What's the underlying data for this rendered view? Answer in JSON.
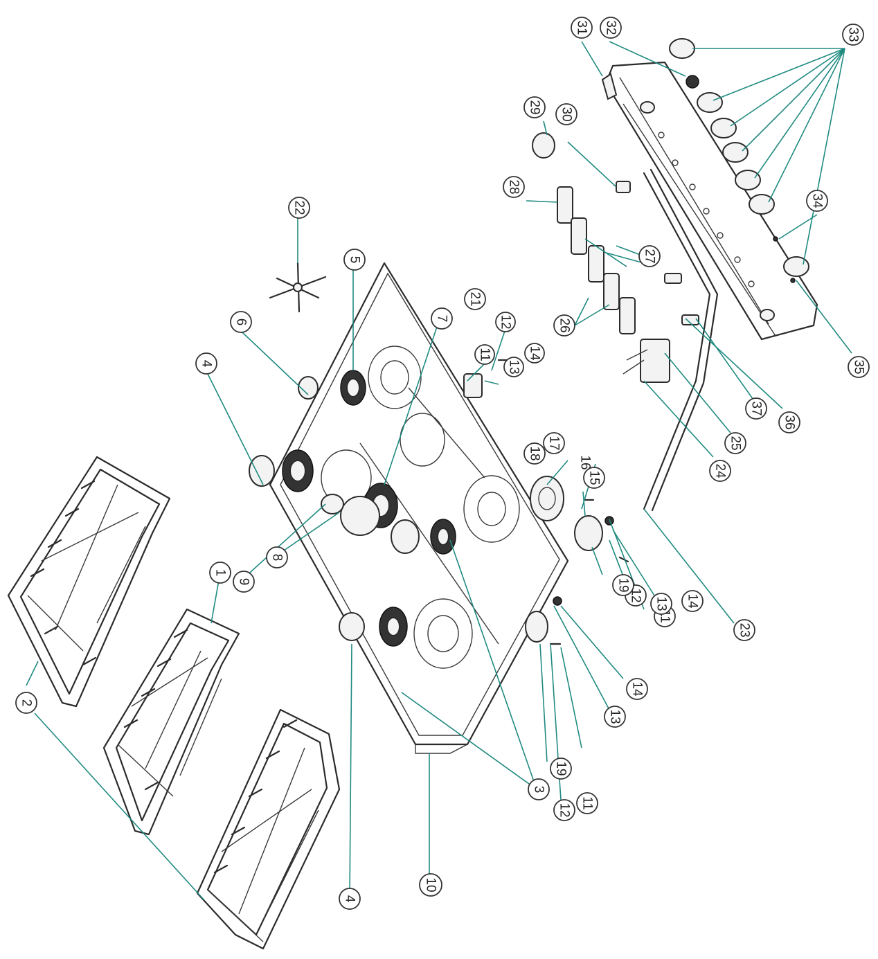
{
  "accent_color": "#1f8a80",
  "parts": [
    {
      "id": "p1",
      "label": "1"
    },
    {
      "id": "p2a",
      "label": "2"
    },
    {
      "id": "p2b",
      "label": "2"
    },
    {
      "id": "p3",
      "label": "3"
    },
    {
      "id": "p4a",
      "label": "4"
    },
    {
      "id": "p4b",
      "label": "4"
    },
    {
      "id": "p5",
      "label": "5"
    },
    {
      "id": "p6",
      "label": "6"
    },
    {
      "id": "p7",
      "label": "7"
    },
    {
      "id": "p8",
      "label": "8"
    },
    {
      "id": "p9",
      "label": "9"
    },
    {
      "id": "p10",
      "label": "10"
    },
    {
      "id": "p11a",
      "label": "11"
    },
    {
      "id": "p11b",
      "label": "11"
    },
    {
      "id": "p11c",
      "label": "11"
    },
    {
      "id": "p12a",
      "label": "12"
    },
    {
      "id": "p12b",
      "label": "12"
    },
    {
      "id": "p12c",
      "label": "12"
    },
    {
      "id": "p13a",
      "label": "13"
    },
    {
      "id": "p13b",
      "label": "13"
    },
    {
      "id": "p13c",
      "label": "13"
    },
    {
      "id": "p14a",
      "label": "14"
    },
    {
      "id": "p14b",
      "label": "14"
    },
    {
      "id": "p14c",
      "label": "14"
    },
    {
      "id": "p15",
      "label": "15"
    },
    {
      "id": "p16",
      "label": "16"
    },
    {
      "id": "p17",
      "label": "17"
    },
    {
      "id": "p18",
      "label": "18"
    },
    {
      "id": "p19a",
      "label": "19"
    },
    {
      "id": "p19b",
      "label": "19"
    },
    {
      "id": "p21",
      "label": "21"
    },
    {
      "id": "p22",
      "label": "22"
    },
    {
      "id": "p23",
      "label": "23"
    },
    {
      "id": "p24",
      "label": "24"
    },
    {
      "id": "p25",
      "label": "25"
    },
    {
      "id": "p26",
      "label": "26"
    },
    {
      "id": "p27",
      "label": "27"
    },
    {
      "id": "p28",
      "label": "28"
    },
    {
      "id": "p29",
      "label": "29"
    },
    {
      "id": "p30",
      "label": "30"
    },
    {
      "id": "p31",
      "label": "31"
    },
    {
      "id": "p32",
      "label": "32"
    },
    {
      "id": "p33",
      "label": "33"
    },
    {
      "id": "p34",
      "label": "34"
    },
    {
      "id": "p35",
      "label": "35"
    },
    {
      "id": "p36",
      "label": "36"
    },
    {
      "id": "p37",
      "label": "37"
    }
  ]
}
